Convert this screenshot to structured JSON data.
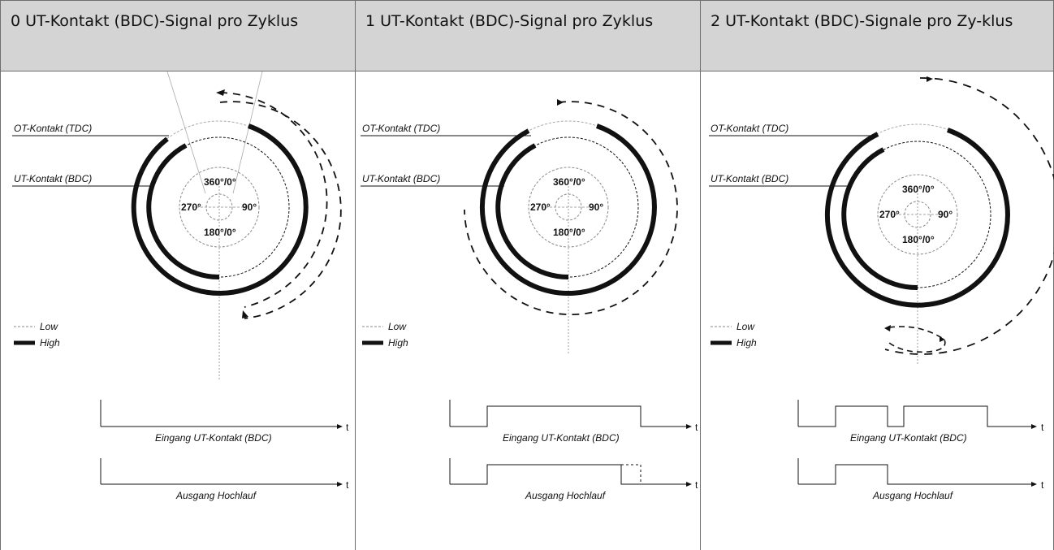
{
  "columns": [
    {
      "heading": "0 UT-Kontakt (BDC)-Signal pro Zyklus",
      "labels": {
        "ot": "OT-Kontakt (TDC)",
        "ut": "UT-Kontakt (BDC)",
        "deg_top": "360°/0°",
        "deg_left": "270°",
        "deg_right": "90°",
        "deg_bottom": "180°/0°",
        "legend_low": "Low",
        "legend_high": "High",
        "axis_t1": "t",
        "axis_t2": "t",
        "input_label": "Eingang UT-Kontakt (BDC)",
        "output_label": "Ausgang Hochlauf"
      }
    },
    {
      "heading": "1 UT-Kontakt (BDC)-Signal pro Zyklus",
      "labels": {
        "ot": "OT-Kontakt (TDC)",
        "ut": "UT-Kontakt (BDC)",
        "deg_top": "360°/0°",
        "deg_left": "270°",
        "deg_right": "90°",
        "deg_bottom": "180°/0°",
        "legend_low": "Low",
        "legend_high": "High",
        "axis_t1": "t",
        "axis_t2": "t",
        "input_label": "Eingang UT-Kontakt (BDC)",
        "output_label": "Ausgang Hochlauf"
      }
    },
    {
      "heading": "2 UT-Kontakt (BDC)-Signale pro Zy-klus",
      "labels": {
        "ot": "OT-Kontakt (TDC)",
        "ut": "UT-Kontakt (BDC)",
        "deg_top": "360°/0°",
        "deg_left": "270°",
        "deg_right": "90°",
        "deg_bottom": "180°/0°",
        "legend_low": "Low",
        "legend_high": "High",
        "axis_t1": "t",
        "axis_t2": "t",
        "input_label": "Eingang UT-Kontakt (BDC)",
        "output_label": "Ausgang Hochlauf"
      }
    }
  ]
}
